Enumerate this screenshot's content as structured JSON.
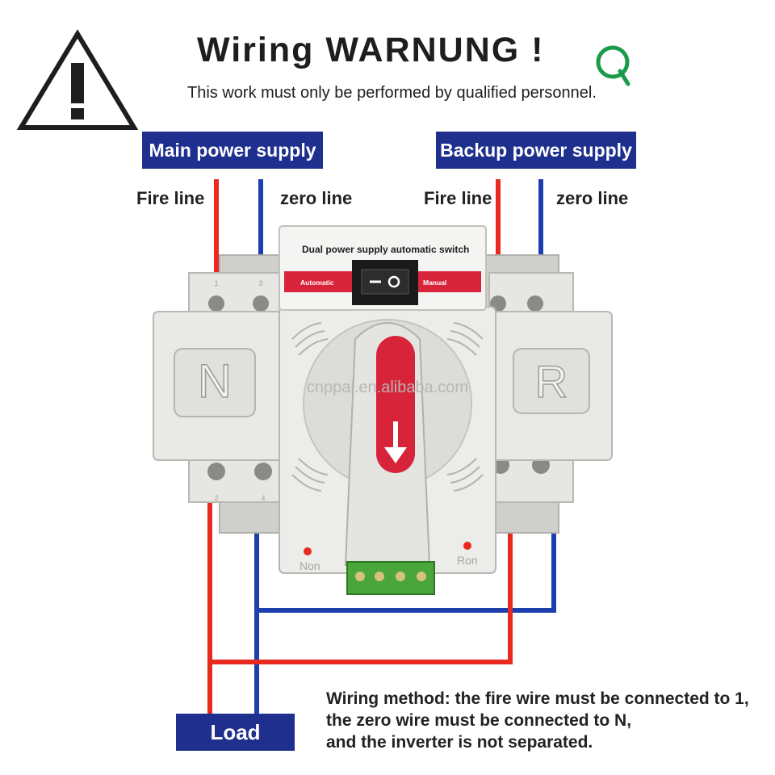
{
  "header": {
    "title": "Wiring WARNUNG !",
    "subtitle": "This work must only be performed by qualified personnel."
  },
  "supplies": {
    "main": "Main power supply",
    "backup": "Backup power supply"
  },
  "lines": {
    "main_fire": "Fire line",
    "main_zero": "zero line",
    "backup_fire": "Fire line",
    "backup_zero": "zero line"
  },
  "device": {
    "label": "Dual power supply automatic switch",
    "left_arrow": "Automatic",
    "right_arrow": "Manual",
    "left_module": "N",
    "right_module": "R",
    "watermark": "cnppai.en.alibaba.com",
    "left_indicator": "Non",
    "right_indicator": "Ron",
    "terminals": {
      "top_left": "1",
      "top_right": "3",
      "bottom_left": "2",
      "bottom_right": "4"
    }
  },
  "load": {
    "label": "Load"
  },
  "wiring_method": {
    "line1": "Wiring method: the fire wire must be connected to 1,",
    "line2": "the zero  wire must be connected to N,",
    "line3": "and the inverter is not separated."
  },
  "colors": {
    "fire": "#e8291f",
    "zero": "#1d3fae",
    "box": "#1f2f8e",
    "device": "#e6e6e3",
    "accent": "#d8243a",
    "logo": "#1b9b4a"
  }
}
